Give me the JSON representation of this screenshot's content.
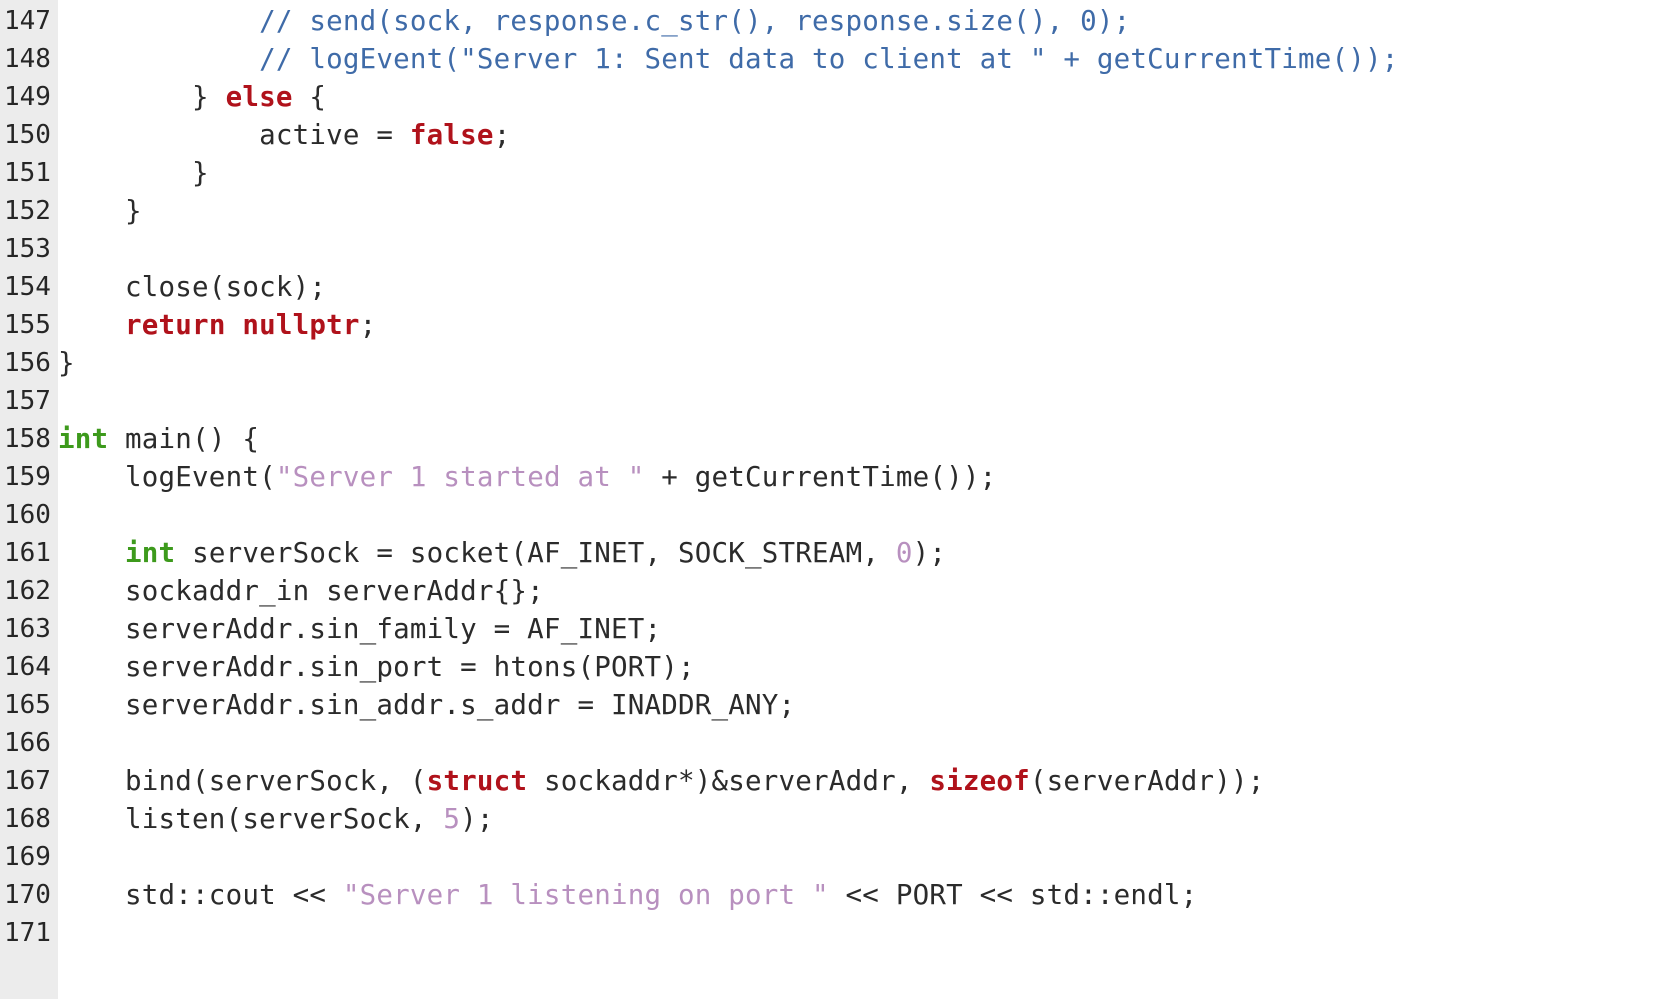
{
  "editor": {
    "lines": [
      {
        "number": "147",
        "tokens": [
          {
            "text": "            ",
            "kind": "plain"
          },
          {
            "text": "// send(sock, response.c_str(), response.size(), 0);",
            "kind": "comment"
          }
        ]
      },
      {
        "number": "148",
        "tokens": [
          {
            "text": "            ",
            "kind": "plain"
          },
          {
            "text": "// logEvent(\"Server 1: Sent data to client at \" + getCurrentTime());",
            "kind": "comment"
          }
        ]
      },
      {
        "number": "149",
        "tokens": [
          {
            "text": "        } ",
            "kind": "plain"
          },
          {
            "text": "else",
            "kind": "keyword"
          },
          {
            "text": " {",
            "kind": "plain"
          }
        ]
      },
      {
        "number": "150",
        "tokens": [
          {
            "text": "            active = ",
            "kind": "plain"
          },
          {
            "text": "false",
            "kind": "keyword"
          },
          {
            "text": ";",
            "kind": "plain"
          }
        ]
      },
      {
        "number": "151",
        "tokens": [
          {
            "text": "        }",
            "kind": "plain"
          }
        ]
      },
      {
        "number": "152",
        "tokens": [
          {
            "text": "    }",
            "kind": "plain"
          }
        ]
      },
      {
        "number": "153",
        "tokens": []
      },
      {
        "number": "154",
        "tokens": [
          {
            "text": "    close(sock);",
            "kind": "plain"
          }
        ]
      },
      {
        "number": "155",
        "tokens": [
          {
            "text": "    ",
            "kind": "plain"
          },
          {
            "text": "return",
            "kind": "keyword"
          },
          {
            "text": " ",
            "kind": "plain"
          },
          {
            "text": "nullptr",
            "kind": "keyword"
          },
          {
            "text": ";",
            "kind": "plain"
          }
        ]
      },
      {
        "number": "156",
        "tokens": [
          {
            "text": "}",
            "kind": "plain"
          }
        ]
      },
      {
        "number": "157",
        "tokens": []
      },
      {
        "number": "158",
        "tokens": [
          {
            "text": "int",
            "kind": "type"
          },
          {
            "text": " main() {",
            "kind": "plain"
          }
        ]
      },
      {
        "number": "159",
        "tokens": [
          {
            "text": "    logEvent(",
            "kind": "plain"
          },
          {
            "text": "\"Server 1 started at \"",
            "kind": "string"
          },
          {
            "text": " + getCurrentTime());",
            "kind": "plain"
          }
        ]
      },
      {
        "number": "160",
        "tokens": []
      },
      {
        "number": "161",
        "tokens": [
          {
            "text": "    ",
            "kind": "plain"
          },
          {
            "text": "int",
            "kind": "type"
          },
          {
            "text": " serverSock = socket(AF_INET, SOCK_STREAM, ",
            "kind": "plain"
          },
          {
            "text": "0",
            "kind": "number"
          },
          {
            "text": ");",
            "kind": "plain"
          }
        ]
      },
      {
        "number": "162",
        "tokens": [
          {
            "text": "    sockaddr_in serverAddr{};",
            "kind": "plain"
          }
        ]
      },
      {
        "number": "163",
        "tokens": [
          {
            "text": "    serverAddr.sin_family = AF_INET;",
            "kind": "plain"
          }
        ]
      },
      {
        "number": "164",
        "tokens": [
          {
            "text": "    serverAddr.sin_port = htons(PORT);",
            "kind": "plain"
          }
        ]
      },
      {
        "number": "165",
        "tokens": [
          {
            "text": "    serverAddr.sin_addr.s_addr = INADDR_ANY;",
            "kind": "plain"
          }
        ]
      },
      {
        "number": "166",
        "tokens": []
      },
      {
        "number": "167",
        "tokens": [
          {
            "text": "    bind(serverSock, (",
            "kind": "plain"
          },
          {
            "text": "struct",
            "kind": "keyword"
          },
          {
            "text": " sockaddr*)&serverAddr, ",
            "kind": "plain"
          },
          {
            "text": "sizeof",
            "kind": "keyword"
          },
          {
            "text": "(serverAddr));",
            "kind": "plain"
          }
        ]
      },
      {
        "number": "168",
        "tokens": [
          {
            "text": "    listen(serverSock, ",
            "kind": "plain"
          },
          {
            "text": "5",
            "kind": "number"
          },
          {
            "text": ");",
            "kind": "plain"
          }
        ]
      },
      {
        "number": "169",
        "tokens": []
      },
      {
        "number": "170",
        "tokens": [
          {
            "text": "    std::cout << ",
            "kind": "plain"
          },
          {
            "text": "\"Server 1 listening on port \"",
            "kind": "string"
          },
          {
            "text": " << PORT << std::endl;",
            "kind": "plain"
          }
        ]
      },
      {
        "number": "171",
        "tokens": []
      }
    ]
  },
  "colors": {
    "background": "#ffffff",
    "gutter": "#ececec",
    "text": "#2b2b2b",
    "comment": "#3f6ba8",
    "keyword": "#b0121b",
    "type": "#3d9a1c",
    "string": "#b890bf"
  }
}
